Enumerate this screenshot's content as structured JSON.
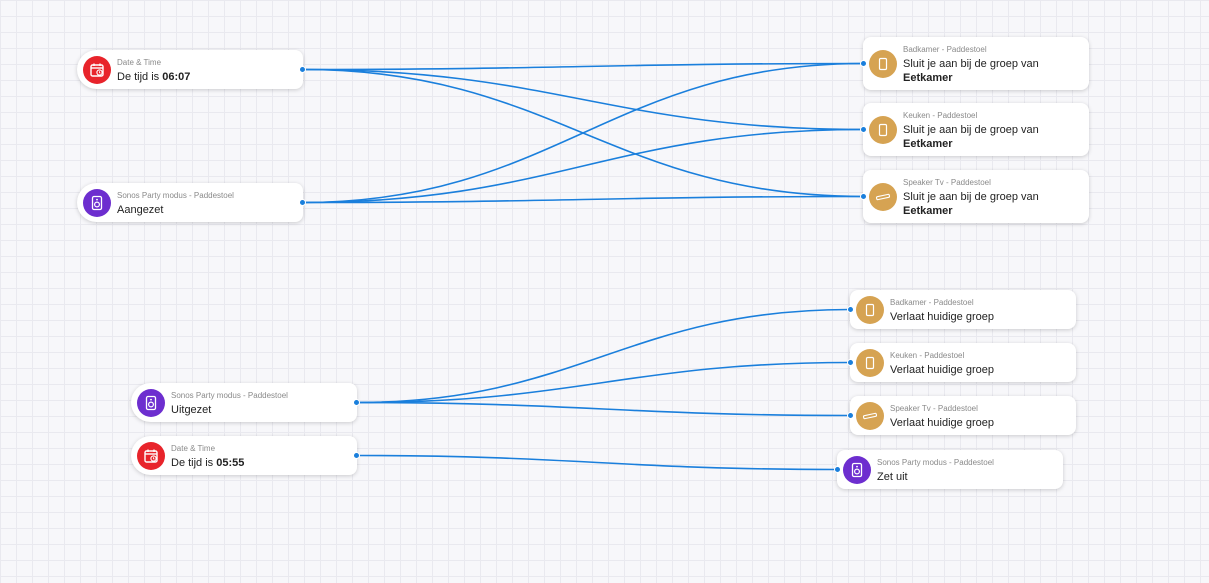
{
  "nodes": {
    "t1": {
      "source": "Date & Time",
      "text": "De tijd is ",
      "value": "06:07"
    },
    "t2": {
      "source": "Sonos Party modus - Paddestoel",
      "text": "Aangezet"
    },
    "a1": {
      "source": "Badkamer - Paddestoel",
      "line1": "Sluit je aan bij de groep van",
      "line2": "Eetkamer"
    },
    "a2": {
      "source": "Keuken - Paddestoel",
      "line1": "Sluit je aan bij de groep van",
      "line2": "Eetkamer"
    },
    "a3": {
      "source": "Speaker Tv - Paddestoel",
      "line1": "Sluit je aan bij de groep van",
      "line2": "Eetkamer"
    },
    "t3": {
      "source": "Sonos Party modus - Paddestoel",
      "text": "Uitgezet"
    },
    "t4": {
      "source": "Date & Time",
      "text": "De tijd is ",
      "value": "05:55"
    },
    "a4": {
      "source": "Badkamer - Paddestoel",
      "text": "Verlaat huidige groep"
    },
    "a5": {
      "source": "Keuken - Paddestoel",
      "text": "Verlaat huidige groep"
    },
    "a6": {
      "source": "Speaker Tv - Paddestoel",
      "text": "Verlaat huidige groep"
    },
    "a7": {
      "source": "Sonos Party modus - Paddestoel",
      "text": "Zet uit"
    }
  },
  "connections": [
    [
      "t1",
      "a1"
    ],
    [
      "t1",
      "a2"
    ],
    [
      "t1",
      "a3"
    ],
    [
      "t2",
      "a1"
    ],
    [
      "t2",
      "a2"
    ],
    [
      "t2",
      "a3"
    ],
    [
      "t3",
      "a4"
    ],
    [
      "t3",
      "a5"
    ],
    [
      "t3",
      "a6"
    ],
    [
      "t4",
      "a7"
    ]
  ],
  "icons": {
    "t1": "calendar-clock-icon",
    "t2": "speaker-icon",
    "t3": "speaker-icon",
    "t4": "calendar-clock-icon",
    "a1": "speaker-icon",
    "a2": "speaker-icon",
    "a3": "soundbar-icon",
    "a4": "speaker-icon",
    "a5": "speaker-icon",
    "a6": "soundbar-icon",
    "a7": "speaker-icon"
  },
  "colors": {
    "wire": "#1a7fdc",
    "datetime": "#e8242b",
    "party_mode": "#6d2ecf",
    "speaker": "#d6a352"
  }
}
